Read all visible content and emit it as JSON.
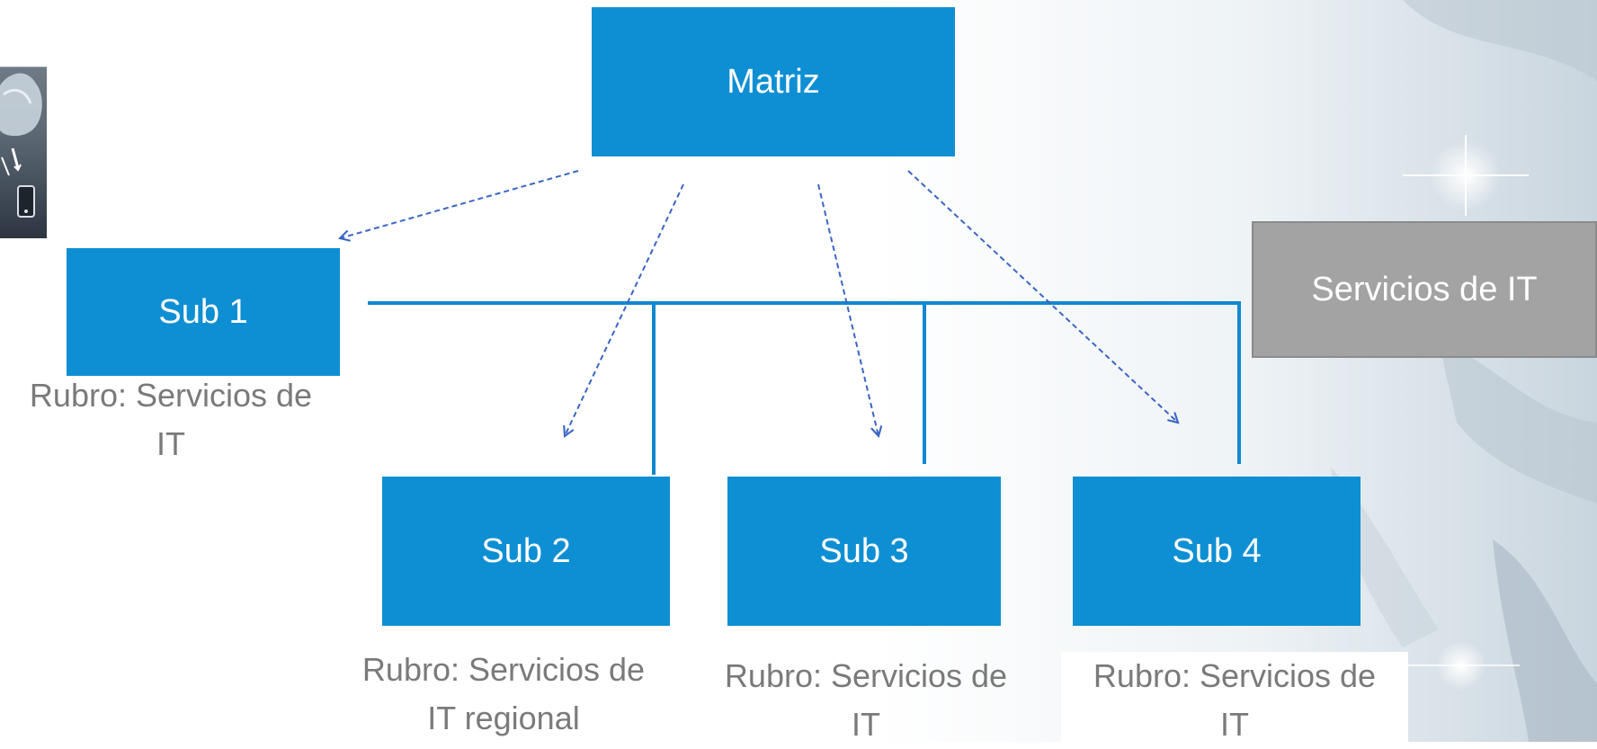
{
  "nodes": {
    "matriz": "Matriz",
    "sub1": "Sub 1",
    "sub2": "Sub 2",
    "sub3": "Sub 3",
    "sub4": "Sub 4",
    "servicios": "Servicios de IT"
  },
  "captions": {
    "sub1": [
      "Rubro: Servicios de",
      "IT"
    ],
    "sub2": [
      "Rubro: Servicios de",
      "IT regional"
    ],
    "sub3": [
      "Rubro: Servicios de",
      "IT"
    ],
    "sub4": [
      "Rubro: Servicios de",
      "IT"
    ]
  },
  "colors": {
    "box_blue": "#0f8fd3",
    "box_gray": "#a3a3a3",
    "connector": "#1288d0",
    "dashed_arrow": "#3a66c4",
    "caption_text": "#7a7a7a"
  },
  "icons": {
    "thumbnail": "cloud-phone-photo-icon"
  }
}
